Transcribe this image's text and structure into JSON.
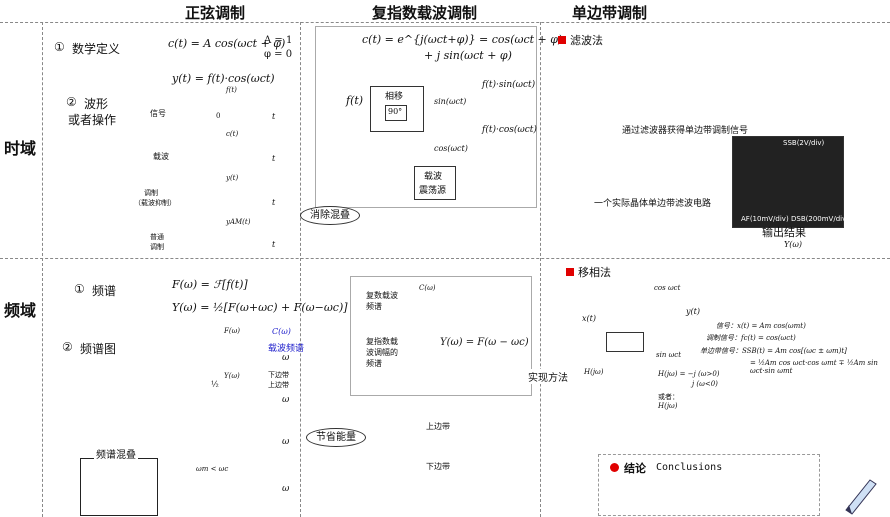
{
  "headers": {
    "sine": "正弦调制",
    "complex": "复指数载波调制",
    "ssb": "单边带调制"
  },
  "rows": {
    "time": "时域",
    "freq": "频域"
  },
  "sine_time": {
    "item1_num": "①",
    "item1_label": "数学定义",
    "eq1": "c(t) = A cos(ωct + φ)",
    "eq1_params_a": "A = 1",
    "eq1_params_b": "φ = 0",
    "eq2": "y(t) = f(t)·cos(ωct)",
    "item2_num": "②",
    "item2_label_a": "波形",
    "item2_label_b": "或者操作",
    "lbl_signal": "信号",
    "lbl_carrier": "载波",
    "lbl_mod_a": "调制",
    "lbl_mod_b": "（载波抑制）",
    "lbl_common_a": "普通",
    "lbl_common_b": "调制",
    "axis_f": "f(t)",
    "axis_c": "c(t)",
    "axis_y": "y(t)",
    "axis_yam": "yAM(t)",
    "axis_t": "t",
    "axis_zero": "0"
  },
  "sine_freq": {
    "item1_num": "①",
    "item1_label": "频谱",
    "eq1": "F(ω) = ℱ[f(t)]",
    "eq2": "Y(ω) = ½[F(ω+ωc) + F(ω−ωc)]",
    "item2_num": "②",
    "item2_label": "频谱图",
    "carrier_freq_label": "载波频谱",
    "c_omega": "C(ω)",
    "f_omega": "F(ω)",
    "y_omega": "Y(ω)",
    "lower_band": "下边带",
    "upper_band": "上边带",
    "half": "½",
    "omega": "ω",
    "overlap_title": "频谱混叠",
    "overlap_cond": "ωm < ωc"
  },
  "complex_time": {
    "eq1": "c(t) = e^{j(ωct+φ)} = cos(ωct + φ)",
    "eq2": "+ j sin(ωct + φ)",
    "input": "f(t)",
    "shift_label": "相移",
    "shift_value": "90°",
    "out_sin": "f(t)·sin(ωct)",
    "out_cos": "f(t)·cos(ωct)",
    "sin_label": "sin(ωct)",
    "cos_label": "cos(ωct)",
    "osc_a": "载波",
    "osc_b": "震荡源"
  },
  "complex_freq": {
    "lbl1_a": "复数载波",
    "lbl1_b": "频谱",
    "lbl2_a": "复指数载",
    "lbl2_b": "波调幅的",
    "lbl2_c": "频谱",
    "c_omega": "C(ω)",
    "eq": "Y(ω) = F(ω − ωc)",
    "upper_band": "上边带",
    "lower_band": "下边带"
  },
  "ssb_filter": {
    "title": "滤波法",
    "caption1": "通过滤波器获得单边带调制信号",
    "caption2": "一个实际晶体单边带滤波电路",
    "result": "输出结果",
    "scope_top": "SSB(2V/div)",
    "scope_b1": "AF(10mV/div)",
    "scope_b2": "DSB(200mV/div)",
    "y_omega": "Y(ω)"
  },
  "ssb_phase": {
    "title": "移相法",
    "cos_label": "cos ωct",
    "sin_label": "sin ωct",
    "x_in": "x(t)",
    "y_out": "y(t)",
    "h_label": "H(jω)",
    "def_signal": "信号：x(t) = Am cos(ωmt)",
    "def_carrier": "调制信号：fc(t) = cos(ωct)",
    "def_ssb": "单边带信号：SSB(t) = Am cos[(ωc ± ωm)t]",
    "def_ssb2": "= ½Am cos ωct·cos ωmt ∓ ½Am sin ωct·sin ωmt",
    "h_eq1": "H(jω) = −j (ω>0)",
    "h_eq2": "j (ω<0)",
    "or_label": "或者："
  },
  "arrows": {
    "a1": "消除混叠",
    "a2": "节省能量",
    "a3": "实现方法"
  },
  "conclusion": {
    "label": "结论",
    "en": "Conclusions"
  },
  "colors": {
    "accent_red": "#e00000",
    "blue": "#2222cc"
  }
}
